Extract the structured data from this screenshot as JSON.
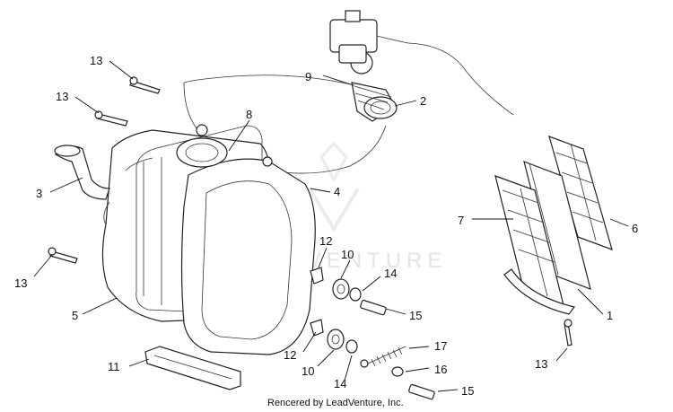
{
  "watermark": "LEADVENTURE",
  "footer": "Rencered by LeadVenture, Inc.",
  "callouts": {
    "c13a": "13",
    "c13b": "13",
    "c13c": "13",
    "c13d": "13",
    "c9": "9",
    "c2": "2",
    "c8": "8",
    "c3": "3",
    "c4": "4",
    "c7": "7",
    "c6": "6",
    "c12a": "12",
    "c10a": "10",
    "c14a": "14",
    "c15a": "15",
    "c5": "5",
    "c1": "1",
    "c17": "17",
    "c12b": "12",
    "c10b": "10",
    "c16": "16",
    "c14b": "14",
    "c11": "11",
    "c15b": "15"
  }
}
